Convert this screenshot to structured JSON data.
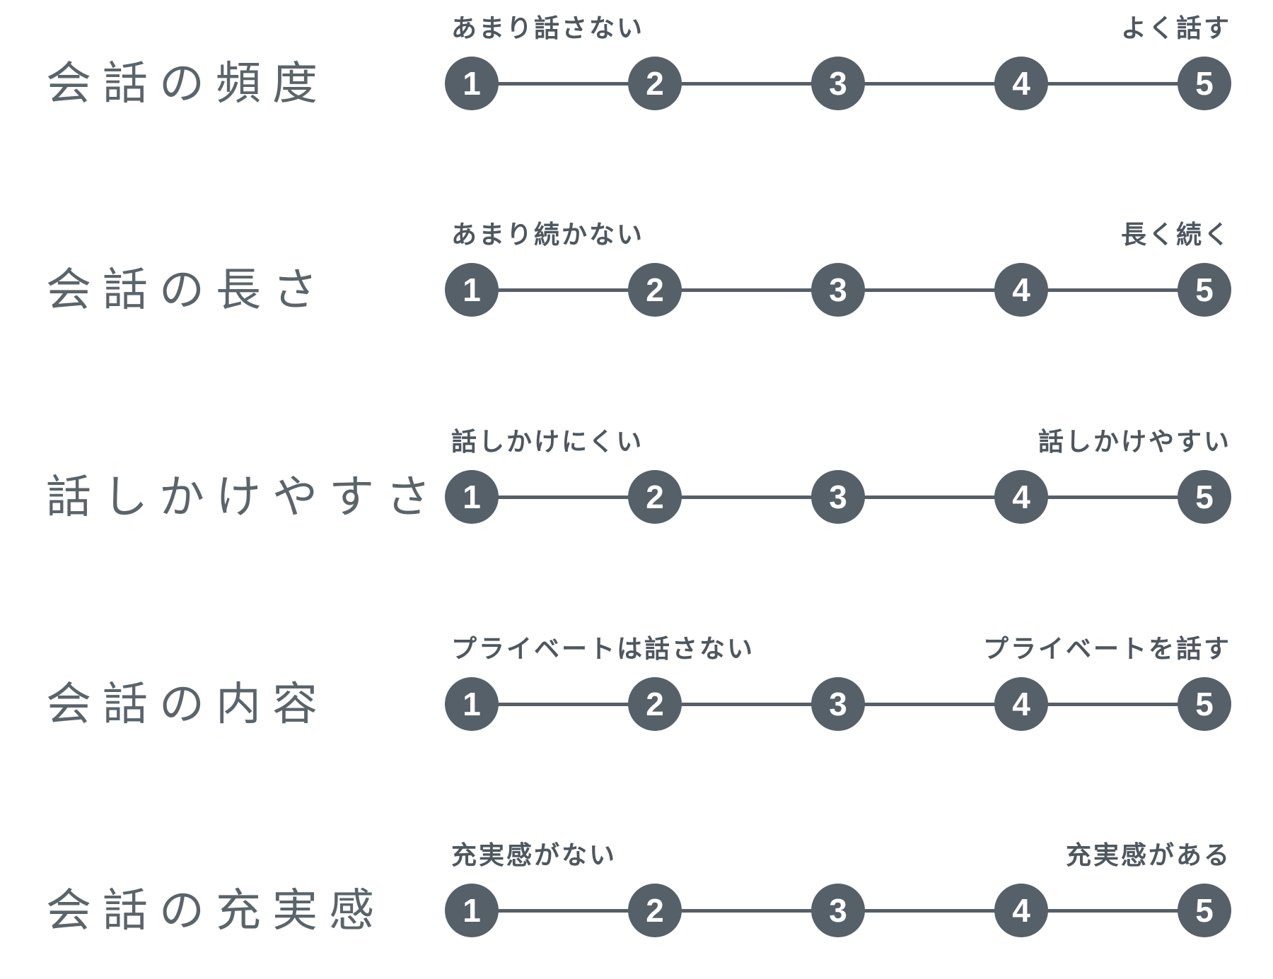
{
  "colors": {
    "background": "#ffffff",
    "circle_fill": "#566069",
    "track_line": "#565f68",
    "row_label_text": "#5a646b",
    "end_label_text": "#4e575f",
    "circle_number_text": "#ffffff"
  },
  "scale_values": [
    "1",
    "2",
    "3",
    "4",
    "5"
  ],
  "rows": [
    {
      "label": "会話の頻度",
      "left_label": "あまり話さない",
      "right_label": "よく話す"
    },
    {
      "label": "会話の長さ",
      "left_label": "あまり続かない",
      "right_label": "長く続く"
    },
    {
      "label": "話しかけやすさ",
      "left_label": "話しかけにくい",
      "right_label": "話しかけやすい"
    },
    {
      "label": "会話の内容",
      "left_label": "プライベートは話さない",
      "right_label": "プライベートを話す"
    },
    {
      "label": "会話の充実感",
      "left_label": "充実感がない",
      "right_label": "充実感がある"
    }
  ]
}
